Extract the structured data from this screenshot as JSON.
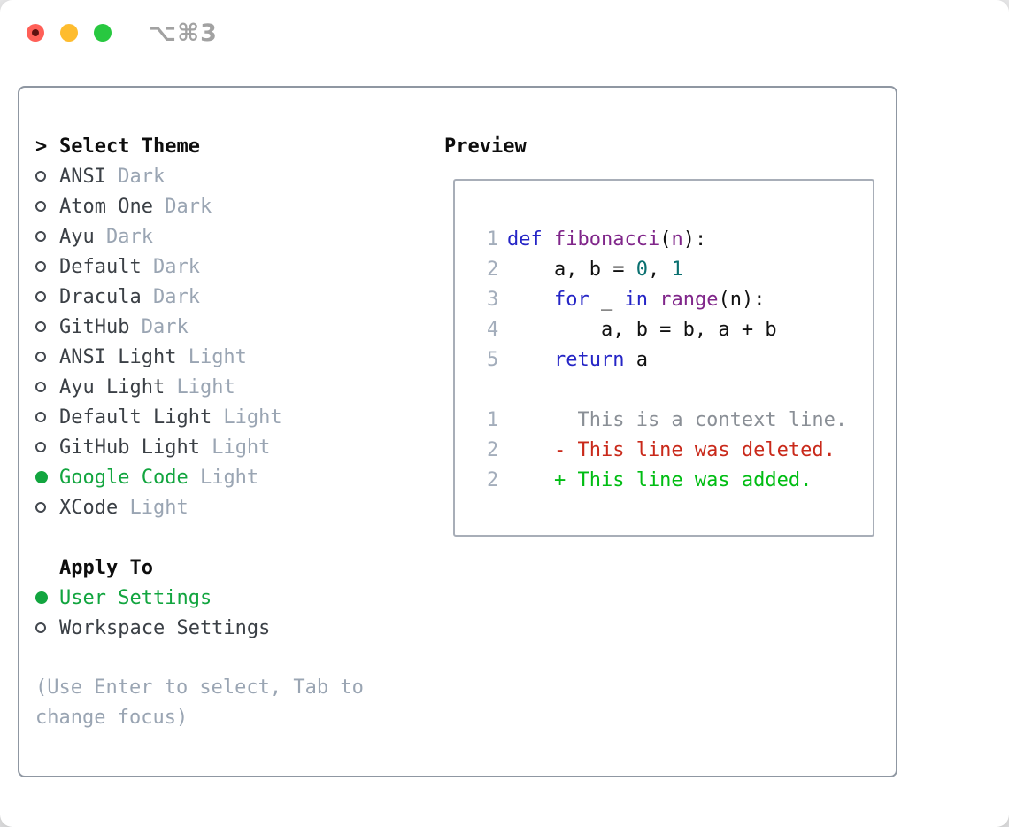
{
  "window": {
    "title": "⌥⌘3"
  },
  "titlebar": {
    "buttons": [
      "close",
      "minimize",
      "zoom"
    ]
  },
  "theme_panel": {
    "header": {
      "prompt": ">",
      "label": "Select Theme"
    },
    "themes": [
      {
        "name": "ANSI",
        "variant": "Dark",
        "selected": false
      },
      {
        "name": "Atom One",
        "variant": "Dark",
        "selected": false
      },
      {
        "name": "Ayu",
        "variant": "Dark",
        "selected": false
      },
      {
        "name": "Default",
        "variant": "Dark",
        "selected": false
      },
      {
        "name": "Dracula",
        "variant": "Dark",
        "selected": false
      },
      {
        "name": "GitHub",
        "variant": "Dark",
        "selected": false
      },
      {
        "name": "ANSI Light",
        "variant": "Light",
        "selected": false
      },
      {
        "name": "Ayu Light",
        "variant": "Light",
        "selected": false
      },
      {
        "name": "Default Light",
        "variant": "Light",
        "selected": false
      },
      {
        "name": "GitHub Light",
        "variant": "Light",
        "selected": false
      },
      {
        "name": "Google Code",
        "variant": "Light",
        "selected": true
      },
      {
        "name": "XCode",
        "variant": "Light",
        "selected": false
      }
    ],
    "apply_to": {
      "label": "Apply To",
      "options": [
        {
          "name": "User Settings",
          "selected": true
        },
        {
          "name": "Workspace Settings",
          "selected": false
        }
      ]
    },
    "help": "(Use Enter to select, Tab to change focus)"
  },
  "preview": {
    "label": "Preview",
    "lines": [
      {
        "num": "1",
        "tokens": [
          [
            "def",
            "kw"
          ],
          [
            " ",
            "pl"
          ],
          [
            "fibonacci",
            "fn"
          ],
          [
            "(",
            "pl"
          ],
          [
            "n",
            "fn"
          ],
          [
            "):",
            "pl"
          ]
        ]
      },
      {
        "num": "2",
        "tokens": [
          [
            "    a, b = ",
            "pl"
          ],
          [
            "0",
            "lit"
          ],
          [
            ", ",
            "pl"
          ],
          [
            "1",
            "lit"
          ]
        ]
      },
      {
        "num": "3",
        "tokens": [
          [
            "    ",
            "pl"
          ],
          [
            "for",
            "kw"
          ],
          [
            " _ ",
            "pl"
          ],
          [
            "in",
            "kw"
          ],
          [
            " ",
            "pl"
          ],
          [
            "range",
            "fn"
          ],
          [
            "(n):",
            "pl"
          ]
        ]
      },
      {
        "num": "4",
        "tokens": [
          [
            "        a, b = b, a + b",
            "pl"
          ]
        ]
      },
      {
        "num": "5",
        "tokens": [
          [
            "    ",
            "pl"
          ],
          [
            "return",
            "kw"
          ],
          [
            " a",
            "pl"
          ]
        ]
      },
      {
        "num": "",
        "tokens": []
      },
      {
        "num": "1",
        "tokens": [
          [
            "      This is a context line.",
            "ctx"
          ]
        ]
      },
      {
        "num": "2",
        "tokens": [
          [
            "    - This line was deleted.",
            "del"
          ]
        ]
      },
      {
        "num": "2",
        "tokens": [
          [
            "    + This line was added.",
            "add"
          ]
        ]
      }
    ]
  },
  "colors": {
    "accent_green": "#12a53f",
    "item_text": "#3b4046",
    "muted": "#9aa5b3",
    "header_text": "#0d0d0d",
    "panel_border": "#8f97a2",
    "preview_border": "#a8aeb8",
    "line_number": "#a3adbb",
    "code_keyword": "#2525c6",
    "code_function": "#80268a",
    "code_literal": "#0a7070",
    "code_plain": "#111111",
    "diff_context": "#8a8f96",
    "diff_deleted": "#c9291a",
    "diff_added": "#00bd13",
    "titlebar_text": "#a2a2a2",
    "traffic_red": "#ff5f57",
    "traffic_red_dot": "#5e1210",
    "traffic_yellow": "#febc2e",
    "traffic_green": "#28c840"
  }
}
